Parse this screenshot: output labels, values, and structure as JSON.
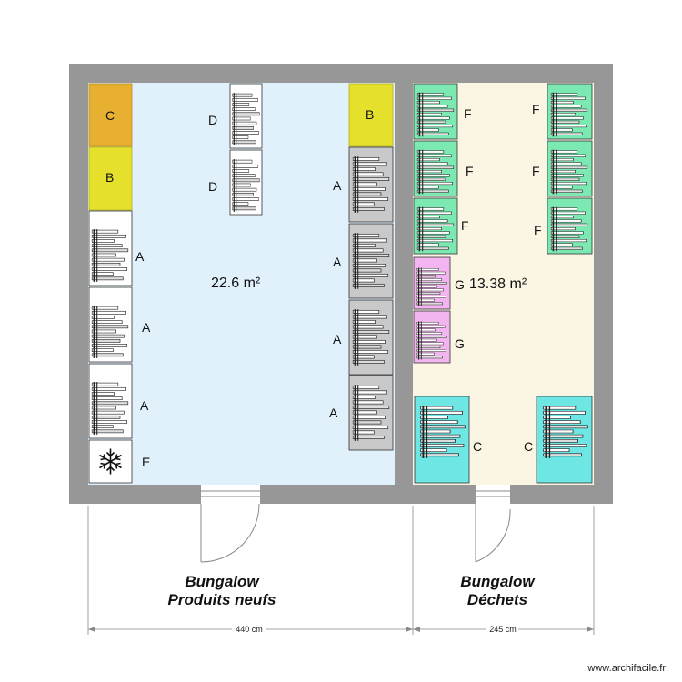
{
  "rooms": {
    "left_area": "22.6 m²",
    "right_area": "13.38 m²"
  },
  "titles": {
    "left_line1": "Bungalow",
    "left_line2": "Produits neufs",
    "right_line1": "Bungalow",
    "right_line2": "Déchets"
  },
  "dimensions": {
    "left": "440 cm",
    "right": "245 cm"
  },
  "watermark": "www.archifacile.fr",
  "labels": {
    "C": "C",
    "B": "B",
    "A": "A",
    "D": "D",
    "E": "E",
    "F": "F",
    "G": "G"
  },
  "colors": {
    "wall": "#979797",
    "room_left": "#e1f1fc",
    "room_right": "#fbf6e4",
    "orange": "#e8b030",
    "yellow": "#e5e02c",
    "green": "#7ce8b2",
    "pink": "#f3b5f0",
    "cyan": "#6ee6e4",
    "grey_rack": "#c9c9c9"
  },
  "icons": {
    "freezer": "snowflake-icon"
  }
}
